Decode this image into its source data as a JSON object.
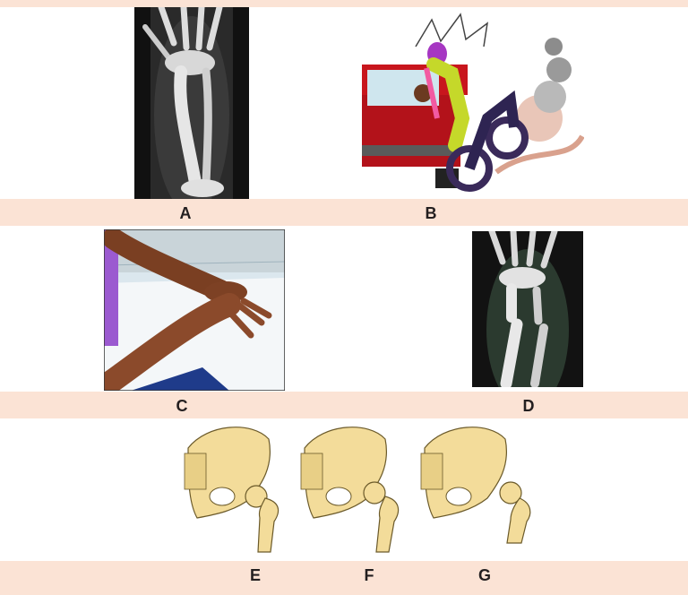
{
  "figure": {
    "labels": {
      "a": "A",
      "b": "B",
      "c": "C",
      "d": "D",
      "e": "E",
      "f": "F",
      "g": "G"
    },
    "colors": {
      "caption_band": "#fbe3d5",
      "xray_background": "#111111",
      "bone": "#f3dc9a",
      "skin": "#8b4a2b",
      "car_red": "#c8161d"
    }
  }
}
